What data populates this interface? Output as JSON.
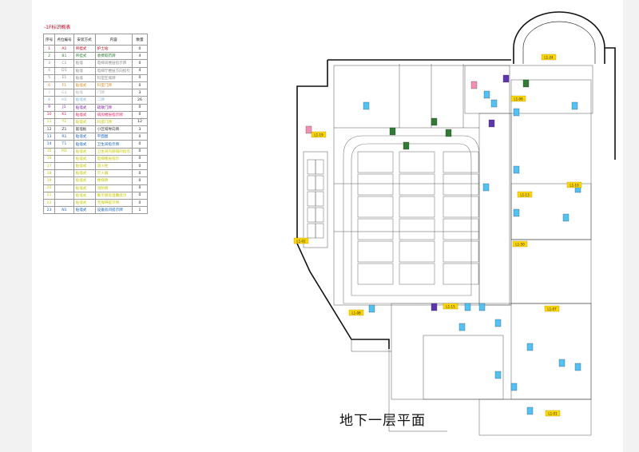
{
  "legend": {
    "title": "-1F标识概表",
    "headers": [
      "序号",
      "点位编号",
      "安装方式",
      "内容",
      "数量"
    ],
    "rows": [
      {
        "no": "1",
        "code": "A1",
        "method": "吊挂式",
        "content": "护士站",
        "qty": "0",
        "color": "#d0021b"
      },
      {
        "no": "2",
        "code": "B1",
        "method": "吊挂式",
        "content": "收费取药牌",
        "qty": "4",
        "color": "#2e7d32"
      },
      {
        "no": "3",
        "code": "C1",
        "method": "贴墙",
        "content": "电梯间楼层指示牌",
        "qty": "0",
        "color": "#8a8a8a"
      },
      {
        "no": "4",
        "code": "D1",
        "method": "贴墙",
        "content": "电梯厅楼层方向指引",
        "qty": "4",
        "color": "#8a8a8a"
      },
      {
        "no": "5",
        "code": "E1",
        "method": "贴墙",
        "content": "科室区域牌",
        "qty": "0",
        "color": "#8a8a8a"
      },
      {
        "no": "6",
        "code": "F1",
        "method": "贴墙式",
        "content": "科室门牌",
        "qty": "0",
        "color": "#d98a1c"
      },
      {
        "no": "7",
        "code": "G1",
        "method": "贴墙",
        "content": "门牌",
        "qty": "3",
        "color": "#b0b0b0"
      },
      {
        "no": "8",
        "code": "H1",
        "method": "贴墙式",
        "content": "二牌",
        "qty": "26",
        "color": "#7fb3d5"
      },
      {
        "no": "9",
        "code": "J1",
        "method": "贴墙式",
        "content": "疏散门牌",
        "qty": "0",
        "color": "#7b1fa2"
      },
      {
        "no": "10",
        "code": "K1",
        "method": "贴墙式",
        "content": "病房楼层指示牌",
        "qty": "0",
        "color": "#e91e63"
      },
      {
        "no": "11",
        "code": "Y1",
        "method": "贴墙式",
        "content": "科室门牌",
        "qty": "12",
        "color": "#c6c600"
      },
      {
        "no": "12",
        "code": "Z1",
        "method": "嵌墙板",
        "content": "小区域导向牌",
        "qty": "3",
        "color": "#333333"
      },
      {
        "no": "13",
        "code": "R1",
        "method": "贴墙式",
        "content": "平面图",
        "qty": "0",
        "color": "#1565c0"
      },
      {
        "no": "14",
        "code": "T1",
        "method": "贴墙式",
        "content": "卫生间指示牌",
        "qty": "0",
        "color": "#1565c0"
      },
      {
        "no": "15",
        "code": "M1",
        "method": "贴墙式",
        "content": "卫生间内部隔间指示",
        "qty": "0",
        "color": "#c6c600"
      },
      {
        "no": "16",
        "code": "",
        "method": "贴墙式",
        "content": "电梯楼层指示",
        "qty": "0",
        "color": "#c6c600"
      },
      {
        "no": "17",
        "code": "",
        "method": "贴墙式",
        "content": "消火栓",
        "qty": "0",
        "color": "#c6c600"
      },
      {
        "no": "18",
        "code": "",
        "method": "贴墙式",
        "content": "灭火器",
        "qty": "0",
        "color": "#c6c600"
      },
      {
        "no": "19",
        "code": "",
        "method": "贴墙式",
        "content": "楼梯牌",
        "qty": "0",
        "color": "#c6c600"
      },
      {
        "no": "20",
        "code": "",
        "method": "贴墙式",
        "content": "消防牌",
        "qty": "0",
        "color": "#c6c600"
      },
      {
        "no": "21",
        "code": "",
        "method": "贴墙式",
        "content": "警示牌及温馨提示",
        "qty": "0",
        "color": "#c6c600"
      },
      {
        "no": "22",
        "code": "",
        "method": "贴墙式",
        "content": "无障碍提示牌",
        "qty": "0",
        "color": "#c6c600"
      },
      {
        "no": "23",
        "code": "N1",
        "method": "贴墙式",
        "content": "设备房间提示牌",
        "qty": "1",
        "color": "#1565c0"
      }
    ]
  },
  "plan": {
    "title": "地下一层平面",
    "sign_tags": [
      "L1-24",
      "L1-06",
      "L1-19",
      "L1-02",
      "L1-50",
      "L1-10",
      "L1-13",
      "L1-07",
      "L1-08",
      "L1-01",
      "L1-15"
    ]
  },
  "colors": {
    "wall": "#111111",
    "tag_yellow": "#ffd800",
    "sign_cyan": "#4fc3f7",
    "sign_green": "#2e7d32",
    "sign_purple": "#5e35b1",
    "sign_pink": "#f48fb1"
  }
}
